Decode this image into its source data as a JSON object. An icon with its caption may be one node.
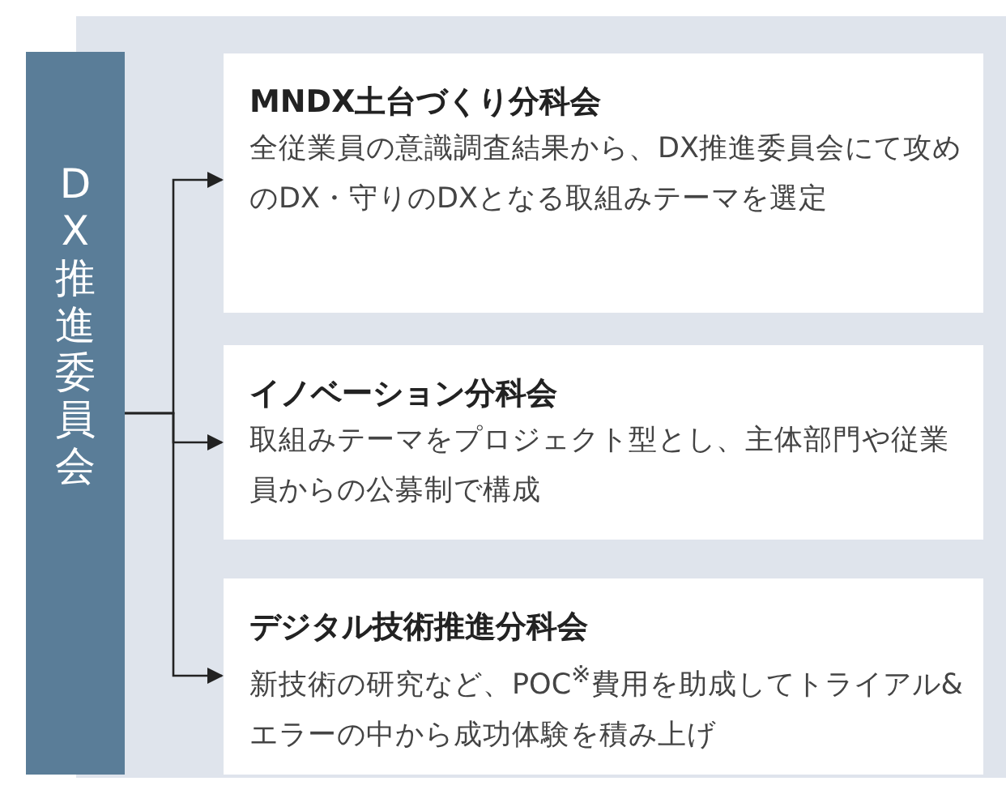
{
  "diagram": {
    "nodes": [
      {
        "text": [
          "DX推進委員会"
        ]
      },
      {
        "text": [
          "MNDX土台づくり分科会",
          "全従業員の意識調査結果から、DX推進委員会にて攻めのDX・守りのDXとなる取組みテーマを選定"
        ]
      },
      {
        "text": [
          "イノベーション分科会",
          "取組みテーマをプロジェクト型とし、主体部門や従業員からの公募制で構成"
        ]
      },
      {
        "text": [
          "デジタル技術推進分科会",
          "新技術の研究など、POC$^{※}$費用を助成してトライアル&エラーの中から成功体験を積み上げ"
        ]
      }
    ],
    "edges": [
      {
        "from": 0,
        "to": 1,
        "arrow": "to"
      },
      {
        "from": 0,
        "to": 2,
        "arrow": "to"
      },
      {
        "from": 0,
        "to": 3,
        "arrow": "to"
      }
    ]
  }
}
